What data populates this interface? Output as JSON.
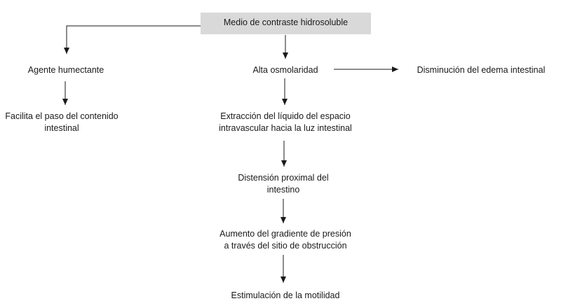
{
  "nodes": {
    "root": "Medio de contraste hidrosoluble",
    "humectante": "Agente humectante",
    "facilita": [
      "Facilita el paso del contenido",
      "intestinal"
    ],
    "osmolaridad": "Alta osmolaridad",
    "edema": "Disminución del edema intestinal",
    "extraccion": [
      "Extracción del líquido del espacio",
      "intravascular hacia la luz intestinal"
    ],
    "distension": [
      "Distensión proximal del",
      "intestino"
    ],
    "gradiente": [
      "Aumento del gradiente de presión",
      "a través del sitio de obstrucción"
    ],
    "motilidad": "Estimulación de la motilidad"
  },
  "colors": {
    "root_fill": "#d9d9d9",
    "line": "#1a1a1a",
    "text": "#1a1a1a"
  }
}
